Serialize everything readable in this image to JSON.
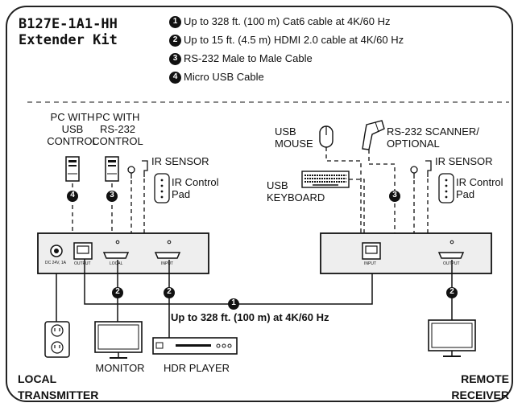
{
  "title": {
    "line1": "B127E-1A1-HH",
    "line2": "Extender Kit"
  },
  "features": [
    {
      "num": "1",
      "text": "Up to 328 ft. (100 m) Cat6 cable at 4K/60 Hz"
    },
    {
      "num": "2",
      "text": "Up to 15 ft. (4.5 m) HDMI 2.0 cable at 4K/60 Hz"
    },
    {
      "num": "3",
      "text": "RS-232 Male to Male Cable"
    },
    {
      "num": "4",
      "text": "Micro USB Cable"
    }
  ],
  "left": {
    "pc_usb": [
      "PC WITH",
      "USB",
      "CONTROL"
    ],
    "pc_rs232": [
      "PC WITH",
      "RS-232",
      "CONTROL"
    ],
    "ir_sensor": "IR SENSOR",
    "ir_pad": [
      "IR Control",
      "Pad"
    ],
    "ports": {
      "output": "OUTPUT",
      "local": "LOCAL",
      "input": "INPUT",
      "power": "DC 24V, 1A"
    },
    "monitor": "MONITOR",
    "hdr_player": "HDR PLAYER",
    "device": [
      "LOCAL",
      "TRANSMITTER"
    ]
  },
  "right": {
    "usb_mouse": [
      "USB",
      "MOUSE"
    ],
    "rs232_scanner": [
      "RS-232 SCANNER/",
      "OPTIONAL"
    ],
    "usb_keyboard": [
      "USB",
      "KEYBOARD"
    ],
    "ir_sensor": "IR SENSOR",
    "ir_pad": [
      "IR Control",
      "Pad"
    ],
    "ports": {
      "input": "INPUT",
      "output": "OUTPUT"
    },
    "device": [
      "REMOTE",
      "RECEIVER"
    ]
  },
  "connection": {
    "num": "1",
    "label": "Up to 328 ft. (100 m) at 4K/60 Hz"
  },
  "markers": {
    "hdmi": "2",
    "rs232": "3",
    "usb": "4"
  }
}
